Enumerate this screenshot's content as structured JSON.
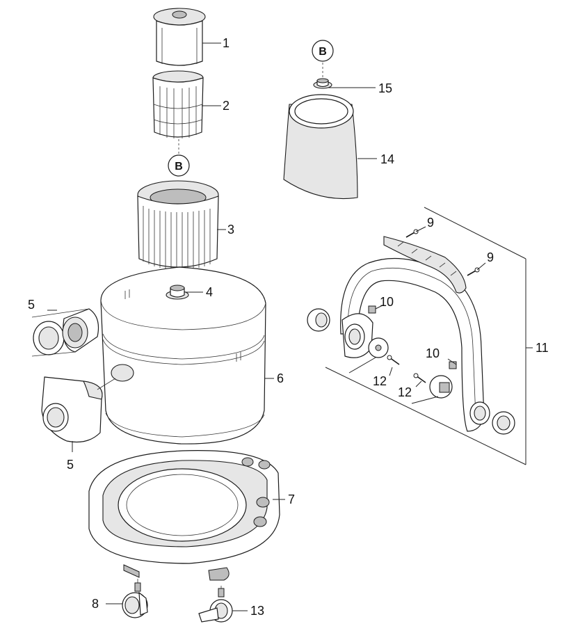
{
  "diagram": {
    "labels": {
      "p1": "1",
      "p2": "2",
      "p3": "3",
      "p4": "4",
      "p5a": "5",
      "p5b": "5",
      "p6": "6",
      "p7": "7",
      "p8": "8",
      "p9a": "9",
      "p9b": "9",
      "p10a": "10",
      "p10b": "10",
      "p11": "11",
      "p12a": "12",
      "p12b": "12",
      "p13": "13",
      "p14": "14",
      "p15": "15"
    },
    "badges": {
      "b1": "B",
      "b2": "B"
    },
    "colors": {
      "line": "#1a1a1a",
      "fill_light": "#e6e6e6",
      "fill_mid": "#bdbdbd"
    }
  }
}
